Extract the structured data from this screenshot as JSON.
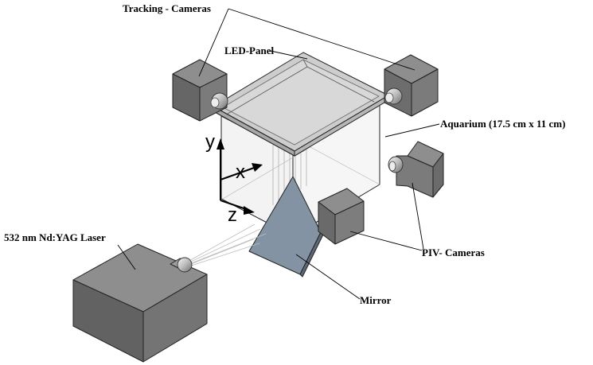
{
  "labels": {
    "tracking_cameras": "Tracking - Cameras",
    "led_panel": "LED-Panel",
    "aquarium": "Aquarium (17.5 cm x 11 cm)",
    "laser": "532 nm Nd:YAG Laser",
    "piv_cameras": "PIV- Cameras",
    "mirror": "Mirror"
  },
  "axes": {
    "y": "y",
    "x": "x",
    "z": "z"
  },
  "colors": {
    "cube_top": "#8e8e8e",
    "cube_left": "#6a6a6a",
    "cube_right": "#7b7b7b",
    "mirror": "#8593a3",
    "tank_glass": "#f1f1f1",
    "led_panel": "#cfcfcf"
  }
}
